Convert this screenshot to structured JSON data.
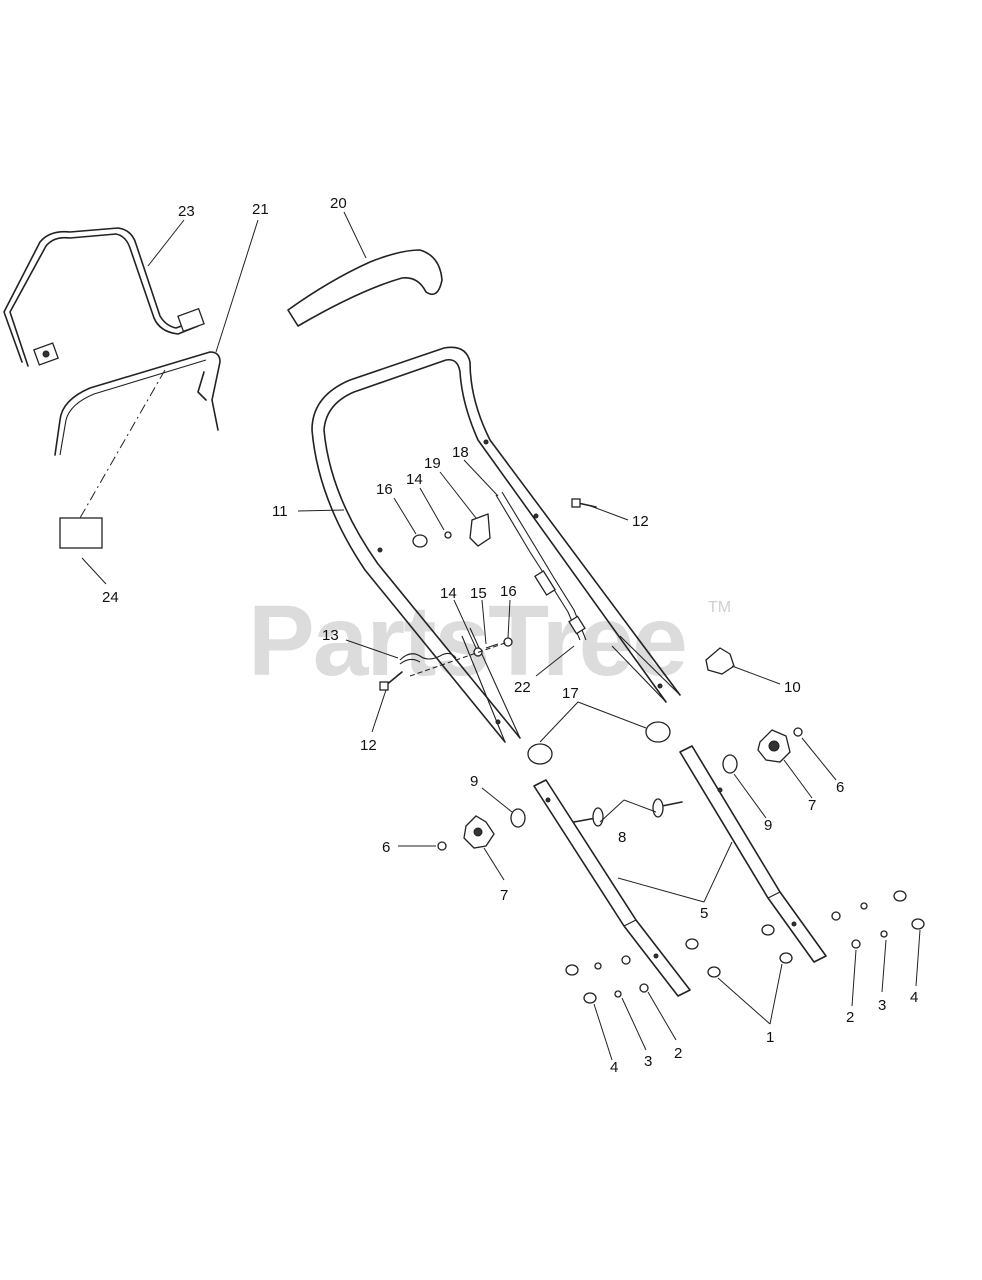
{
  "watermark": {
    "text": "PartsTree",
    "trademark": "TM"
  },
  "callouts": [
    {
      "id": "c23",
      "text": "23"
    },
    {
      "id": "c21",
      "text": "21"
    },
    {
      "id": "c20",
      "text": "20"
    },
    {
      "id": "c11",
      "text": "11"
    },
    {
      "id": "c19",
      "text": "19"
    },
    {
      "id": "c18",
      "text": "18"
    },
    {
      "id": "c16a",
      "text": "16"
    },
    {
      "id": "c14a",
      "text": "14"
    },
    {
      "id": "c12a",
      "text": "12"
    },
    {
      "id": "c24",
      "text": "24"
    },
    {
      "id": "c14b",
      "text": "14"
    },
    {
      "id": "c15",
      "text": "15"
    },
    {
      "id": "c16b",
      "text": "16"
    },
    {
      "id": "c13",
      "text": "13"
    },
    {
      "id": "c22",
      "text": "22"
    },
    {
      "id": "c10",
      "text": "10"
    },
    {
      "id": "c17",
      "text": "17"
    },
    {
      "id": "c12b",
      "text": "12"
    },
    {
      "id": "c6a",
      "text": "6"
    },
    {
      "id": "c9a",
      "text": "9"
    },
    {
      "id": "c7a",
      "text": "7"
    },
    {
      "id": "c9b",
      "text": "9"
    },
    {
      "id": "c8",
      "text": "8"
    },
    {
      "id": "c6b",
      "text": "6"
    },
    {
      "id": "c7b",
      "text": "7"
    },
    {
      "id": "c5",
      "text": "5"
    },
    {
      "id": "c2a",
      "text": "2"
    },
    {
      "id": "c3a",
      "text": "3"
    },
    {
      "id": "c4a",
      "text": "4"
    },
    {
      "id": "c1",
      "text": "1"
    },
    {
      "id": "c4b",
      "text": "4"
    },
    {
      "id": "c3b",
      "text": "3"
    },
    {
      "id": "c2b",
      "text": "2"
    }
  ]
}
